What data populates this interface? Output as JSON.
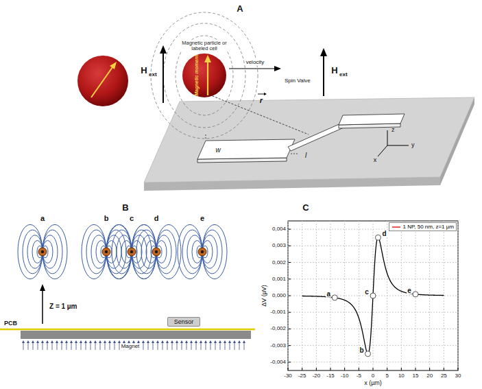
{
  "diagram": {
    "nodes": [
      {
        "text": [
          "Magnetic particle or labeled cell",
          "Magnetic moment"
        ]
      },
      {
        "text": [
          "Sensor"
        ]
      }
    ],
    "labels": [
      "A",
      "H",
      "ext",
      "H",
      "ext",
      "velocity",
      "Spin Valve",
      "r",
      "w",
      "l",
      "z",
      "y",
      "x",
      "B",
      "a",
      "b",
      "c",
      "d",
      "e",
      "Z = 1 µm",
      "PCB",
      "C",
      "ΔV (µV)",
      "x (µm)",
      "0,004",
      "0,003",
      "0,002",
      "0,001",
      "0,000",
      "-0,001",
      "-0,002",
      "-0,003",
      "-0,004",
      "-30",
      "-25",
      "-20",
      "-15",
      "-10",
      "-5",
      "0",
      "5",
      "10",
      "15",
      "20",
      "25",
      "30",
      "a",
      "b",
      "c",
      "d",
      "e",
      "Magnet"
    ],
    "legend": [
      {
        "text": "1 NP, 50 nm, z=1 µm"
      }
    ]
  }
}
